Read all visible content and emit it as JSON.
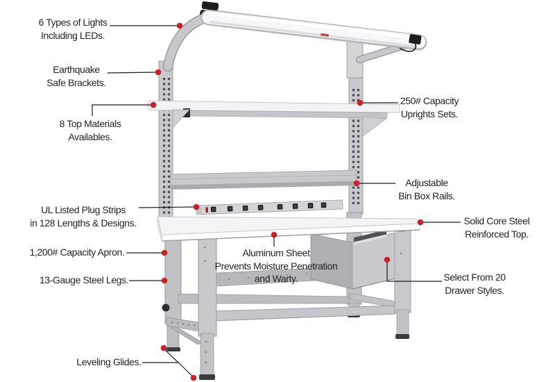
{
  "colors": {
    "marker": "#c92127",
    "leader_line": "#1c1c1c",
    "label_text": "#232323",
    "metal_gray": "#c9c9cd",
    "surface_white": "#f4f4f6"
  },
  "callouts": {
    "lights": "6 Types of Lights\nIncluding LEDs.",
    "brackets": "Earthquake\nSafe Brackets.",
    "top_materials": "8 Top Materials\nAvailables.",
    "uprights": "250# Capacity\nUprights Sets.",
    "bin_rails": "Adjustable\nBin Box Rails.",
    "plug_strips": "UL Listed Plug Strips\nin 128 Lengths & Designs.",
    "solid_top": "Solid Core Steel\nReinforced Top.",
    "apron": "1,200# Capacity Apron.",
    "aluminum_sheet": "Aluminum Sheet\nPrevents Moisture Penetration\nand Warty.",
    "steel_legs": "13-Gauge Steel Legs.",
    "drawers": "Select From 20\nDrawer Styles.",
    "glides": "Leveling Glides."
  }
}
